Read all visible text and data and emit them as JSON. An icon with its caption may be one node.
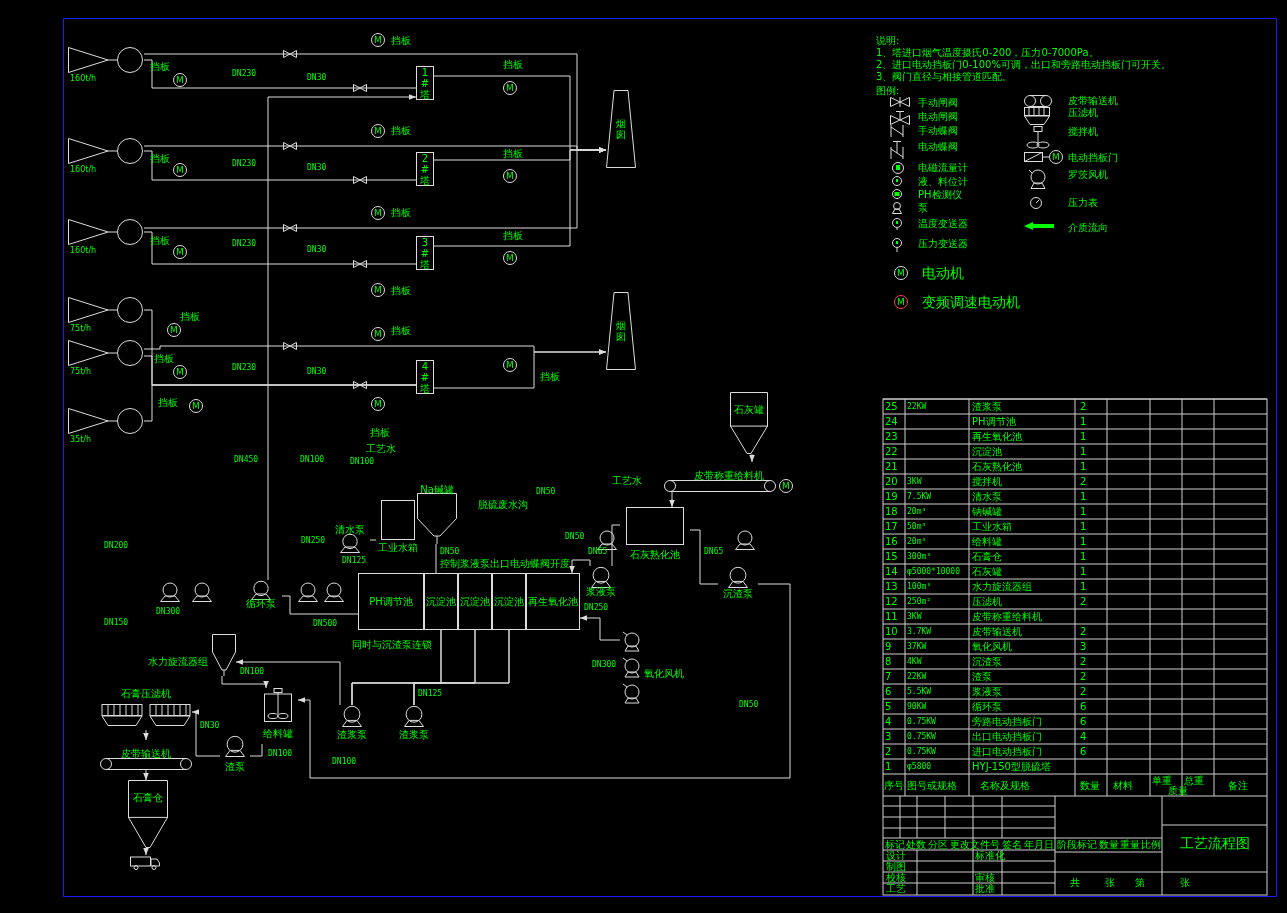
{
  "diagram": {
    "nodes": [
      {
        "text": [],
        "shape": "fan",
        "beside": [
          "160t/h"
        ]
      },
      {
        "text": [],
        "shape": "fan",
        "beside": [
          "160t/h"
        ]
      },
      {
        "text": [],
        "shape": "fan",
        "beside": [
          "160t/h"
        ]
      },
      {
        "text": [],
        "shape": "fan",
        "beside": [
          "75t/h"
        ]
      },
      {
        "text": [],
        "shape": "fan",
        "beside": [
          "75t/h"
        ]
      },
      {
        "text": [],
        "shape": "fan",
        "beside": [
          "35t/h"
        ]
      },
      {
        "text": [
          "1#塔"
        ]
      },
      {
        "text": [
          "2#塔"
        ]
      },
      {
        "text": [
          "3#塔"
        ]
      },
      {
        "text": [
          "4#塔"
        ]
      },
      {
        "text": [
          "烟囱"
        ]
      },
      {
        "text": [
          "烟囱"
        ]
      },
      {
        "text": [
          "工业水箱"
        ]
      },
      {
        "text": [
          "Na碱罐"
        ]
      },
      {
        "text": [
          "PH调节池"
        ]
      },
      {
        "text": [
          "沉淀池"
        ]
      },
      {
        "text": [
          "沉淀池"
        ]
      },
      {
        "text": [
          "沉淀池"
        ]
      },
      {
        "text": [
          "再生氧化池"
        ]
      },
      {
        "text": [
          "石灰熟化池"
        ]
      },
      {
        "text": [
          "石灰罐"
        ]
      },
      {
        "text": [
          "皮带称重给料机",
          "M"
        ]
      },
      {
        "text": [
          "水力旋流器组"
        ]
      },
      {
        "text": [
          "石膏压滤机"
        ]
      },
      {
        "text": [
          "给料罐"
        ]
      },
      {
        "text": [
          "皮带输送机"
        ]
      },
      {
        "text": [
          "石膏仓"
        ]
      },
      {
        "text": [],
        "shape": "picture"
      },
      {
        "text": [
          "清水泵"
        ]
      },
      {
        "text": [
          "浆液泵"
        ]
      },
      {
        "text": [
          "沉渣泵"
        ]
      },
      {
        "text": [
          "氧化风机"
        ]
      },
      {
        "text": [
          "渣泵"
        ]
      },
      {
        "text": [
          "渣浆泵"
        ]
      },
      {
        "text": [
          "渣浆泵"
        ]
      },
      {
        "text": [
          "循环泵"
        ]
      }
    ],
    "edges": [
      {
        "from": 0,
        "to": 6,
        "arrow": "none"
      },
      {
        "from": 0,
        "to": 10,
        "arrow": "to"
      },
      {
        "from": 6,
        "to": 10,
        "arrow": "to"
      },
      {
        "from": 1,
        "to": 7,
        "arrow": "none"
      },
      {
        "from": 1,
        "to": 10,
        "arrow": "to"
      },
      {
        "from": 7,
        "to": 10,
        "arrow": "to"
      },
      {
        "from": 2,
        "to": 8,
        "arrow": "none"
      },
      {
        "from": 2,
        "to": 10,
        "arrow": "to"
      },
      {
        "from": 8,
        "to": 10,
        "arrow": "to"
      },
      {
        "from": 3,
        "to": 9,
        "arrow": "none"
      },
      {
        "from": 4,
        "to": 9,
        "arrow": "none"
      },
      {
        "from": 5,
        "to": 9,
        "arrow": "none"
      },
      {
        "from": 4,
        "to": 11,
        "arrow": "to"
      },
      {
        "from": 9,
        "to": 11,
        "arrow": "to"
      },
      {
        "from": 12,
        "to": 28,
        "arrow": "none"
      },
      {
        "from": 13,
        "to": 15,
        "arrow": "none"
      },
      {
        "from": 20,
        "to": 21,
        "arrow": "to"
      },
      {
        "from": 21,
        "to": 19,
        "arrow": "to"
      },
      {
        "from": 19,
        "to": 29,
        "arrow": "none"
      },
      {
        "from": 29,
        "to": 18,
        "arrow": "to"
      },
      {
        "from": 19,
        "to": 30,
        "arrow": "none"
      },
      {
        "from": 30,
        "to": 24,
        "arrow": "to"
      },
      {
        "from": 31,
        "to": 18,
        "arrow": "to"
      },
      {
        "from": 14,
        "to": 35,
        "arrow": "none"
      },
      {
        "from": 35,
        "to": 6,
        "arrow": "to"
      },
      {
        "from": 22,
        "to": 24,
        "arrow": "to"
      },
      {
        "from": 33,
        "to": 22,
        "arrow": "to"
      },
      {
        "from": 24,
        "to": 32,
        "arrow": "none"
      },
      {
        "from": 32,
        "to": 23,
        "arrow": "to"
      },
      {
        "from": 23,
        "to": 25,
        "arrow": "to"
      },
      {
        "from": 25,
        "to": 26,
        "arrow": "to"
      },
      {
        "from": 26,
        "to": 27,
        "arrow": "to"
      },
      {
        "from": 15,
        "to": 33,
        "arrow": "none"
      },
      {
        "from": 15,
        "to": 34,
        "arrow": "none"
      },
      {
        "from": 16,
        "to": 33,
        "arrow": "none"
      },
      {
        "from": 16,
        "to": 34,
        "arrow": "none"
      },
      {
        "from": 17,
        "to": 33,
        "arrow": "none"
      },
      {
        "from": 17,
        "to": 34,
        "arrow": "none"
      }
    ],
    "labels": [
      "说明:",
      "1、塔进口烟气温度摄氏0-200，压力0-7000Pa。",
      "2、进口电动挡板门0-100%可调，出口和旁路电动挡板门可开关。",
      "3、阀门直径与相接管道匹配。",
      "图例:",
      "挡板",
      "M",
      "挡板",
      "M",
      "DN230",
      "DN30",
      "挡板",
      "M",
      "挡板",
      "M",
      "挡板",
      "M",
      "DN230",
      "DN30",
      "挡板",
      "M",
      "挡板",
      "M",
      "挡板",
      "M",
      "DN230",
      "DN30",
      "挡板",
      "M",
      "挡板",
      "M",
      "挡板",
      "M",
      "挡板",
      "M",
      "挡板",
      "M",
      "DN230",
      "DN30",
      "M",
      "挡板",
      "挡板",
      "M",
      "M",
      "挡板",
      "DN450",
      "DN100",
      "工艺水",
      "DN100",
      "脱硫废水沟",
      "DN50",
      "工艺水",
      "DN200",
      "DN250",
      "DN125",
      "DN50",
      "DN50",
      "DN65",
      "DN65",
      "控制浆液泵出口电动蝶阀开度",
      "DN300",
      "DN150",
      "DN500",
      "DN250",
      "同时与沉渣泵连锁",
      "DN100",
      "DN300",
      "DN125",
      "DN30",
      "DN100",
      "DN100",
      "DN50",
      "M",
      "M",
      "M",
      "25",
      "22KW",
      "渣浆泵",
      "2",
      "24",
      "PH调节池",
      "1",
      "23",
      "再生氧化池",
      "1",
      "22",
      "沉淀池",
      "1",
      "21",
      "石灰熟化池",
      "1",
      "20",
      "3KW",
      "搅拌机",
      "2",
      "19",
      "7.5KW",
      "清水泵",
      "1",
      "18",
      "20m³",
      "钠碱罐",
      "1",
      "17",
      "50m³",
      "工业水箱",
      "1",
      "16",
      "20m³",
      "给料罐",
      "1",
      "15",
      "300m³",
      "石膏仓",
      "1",
      "14",
      "φ5000*10000",
      "石灰罐",
      "1",
      "13",
      "100m³",
      "水力旋流器组",
      "1",
      "12",
      "250m²",
      "压滤机",
      "2",
      "11",
      "3KW",
      "皮带称重给料机",
      "10",
      "3.7KW",
      "皮带输送机",
      "2",
      "9",
      "37KW",
      "氧化风机",
      "3",
      "8",
      "4KW",
      "沉渣泵",
      "2",
      "7",
      "22KW",
      "渣泵",
      "2",
      "6",
      "5.5KW",
      "浆液泵",
      "2",
      "5",
      "90KW",
      "循环泵",
      "6",
      "4",
      "0.75KW",
      "旁路电动挡板门",
      "6",
      "3",
      "0.75KW",
      "出口电动挡板门",
      "4",
      "2",
      "0.75KW",
      "进口电动挡板门",
      "6",
      "1",
      "φ5800",
      "HYJ-150型脱硫塔",
      "序号",
      "图号或规格",
      "名称及规格",
      "数量",
      "材料",
      "单重",
      "总重",
      "质量",
      "备注",
      "标记",
      "处数",
      "分区",
      "更改文件号",
      "签名",
      "年月日",
      "设计",
      "标准化",
      "制图",
      "校核",
      "审核",
      "工艺",
      "批准",
      "阶段标记",
      "数量",
      "重量",
      "比例",
      "工艺流程图",
      "共",
      "张",
      "第",
      "张"
    ],
    "legend": [
      {
        "text": "手动闸阀"
      },
      {
        "text": "电动闸阀"
      },
      {
        "text": "手动蝶阀"
      },
      {
        "text": "电动蝶阀"
      },
      {
        "text": "电磁流量计"
      },
      {
        "text": "液、料位计"
      },
      {
        "text": "PH检测仪"
      },
      {
        "text": "泵"
      },
      {
        "text": "温度变送器"
      },
      {
        "text": "压力变送器"
      },
      {
        "text": "皮带输送机"
      },
      {
        "text": "压滤机"
      },
      {
        "text": "搅拌机"
      },
      {
        "text": "电动挡板门"
      },
      {
        "text": "罗茨风机"
      },
      {
        "text": "压力表"
      },
      {
        "text": "介质流向"
      },
      {
        "text": "电动机"
      },
      {
        "text": "变频调速电动机"
      }
    ]
  }
}
